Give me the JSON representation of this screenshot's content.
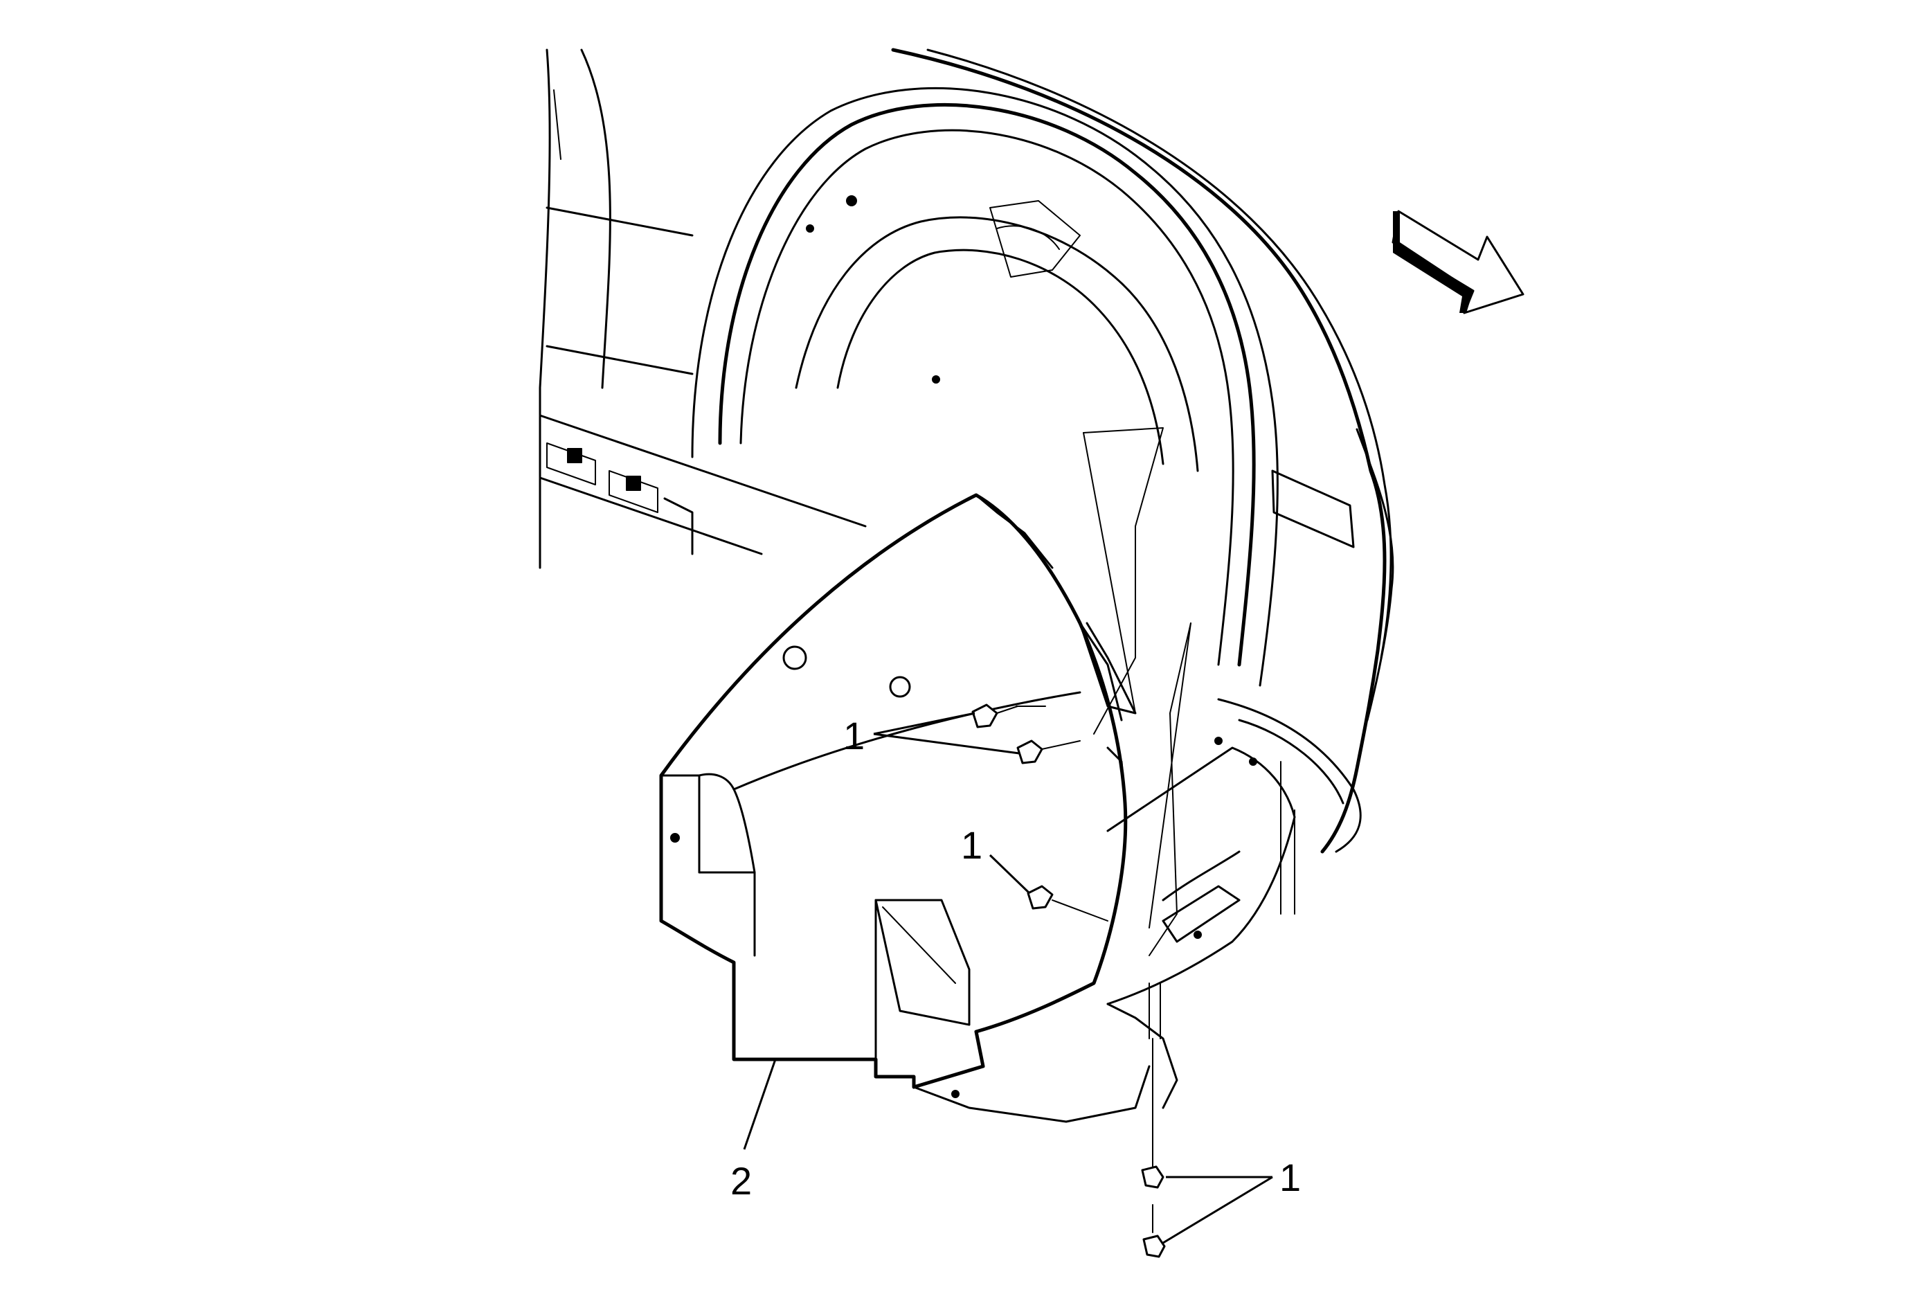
{
  "callouts": {
    "fastener_upper": "1",
    "fastener_middle": "1",
    "fastener_lower": "1",
    "liner": "2"
  },
  "icons": {
    "direction_arrow": "forward-direction-arrow-icon",
    "fastener": "push-pin-retainer-icon"
  },
  "colors": {
    "line": "#000000",
    "background": "#ffffff"
  }
}
